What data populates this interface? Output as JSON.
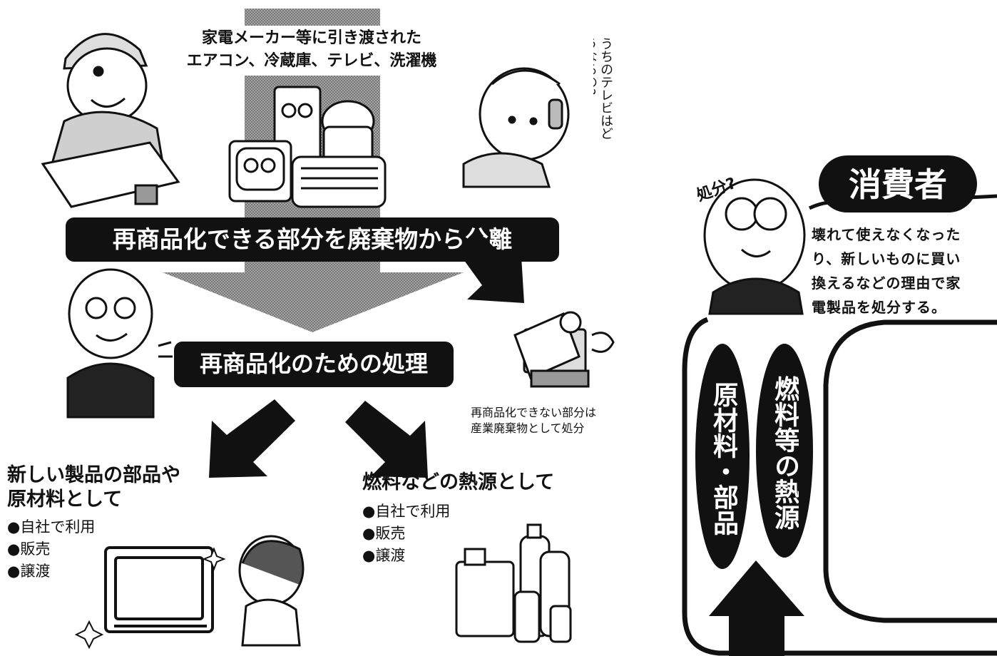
{
  "header": {
    "line1": "家電メーカー等に引き渡された",
    "line2": "エアコン、冷蔵庫、テレビ、洗濯機"
  },
  "speech_tv": "うちのテレビはどうなるの?",
  "banner_separate": "再商品化できる部分を廃棄物から分離",
  "banner_process": "再商品化のための処理",
  "non_recyclable": {
    "line1": "再商品化できない部分は",
    "line2": "産業廃棄物として処分"
  },
  "left_outcome": {
    "title_line1": "新しい製品の部品や",
    "title_line2": "原材料として",
    "items": [
      "●自社で利用",
      "●販売",
      "●譲渡"
    ]
  },
  "right_outcome": {
    "title": "燃料などの熱源として",
    "items": [
      "●自社で利用",
      "●販売",
      "●譲渡"
    ]
  },
  "consumer": {
    "label": "消費者",
    "thought": "処分?",
    "desc_lines": [
      "壊れて使えなくなった",
      "り、新しいものに買い",
      "換えるなどの理由で家",
      "電製品を処分する。"
    ]
  },
  "pill_materials": "原材料・部品",
  "pill_fuel": "燃料等の熱源",
  "colors": {
    "ink": "#111111",
    "screen": "#8a8a8a",
    "paper": "#ffffff"
  }
}
